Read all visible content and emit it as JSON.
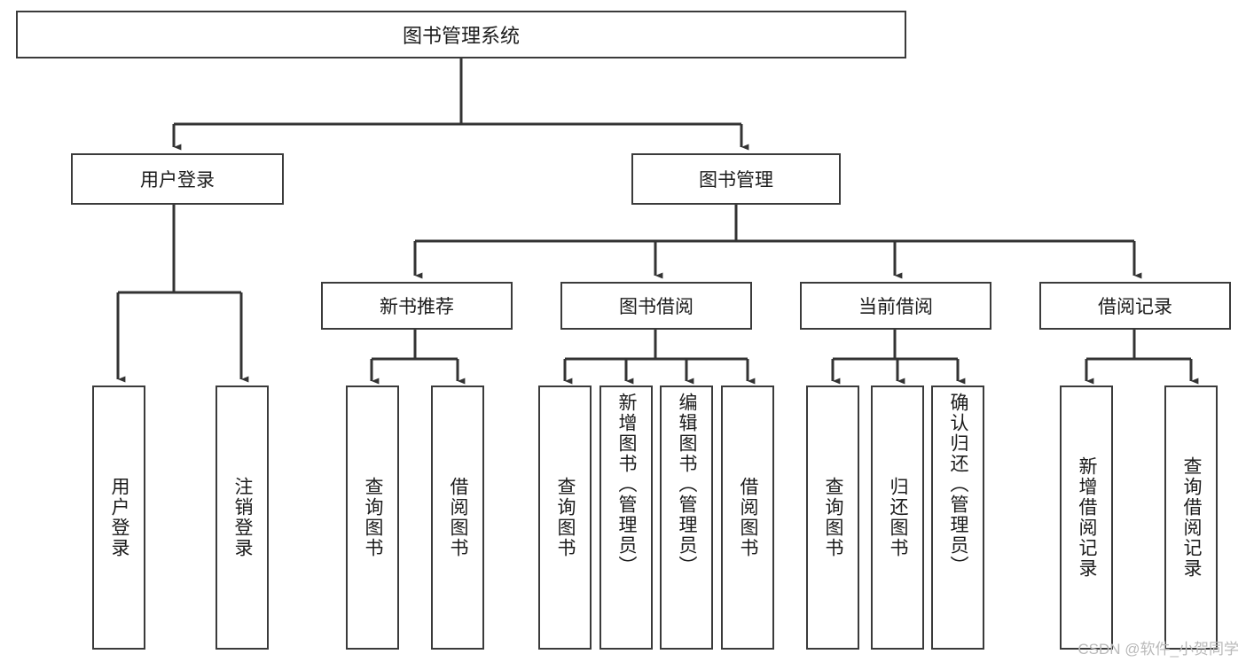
{
  "diagram": {
    "title": "图书管理系统",
    "type": "tree-hierarchy-chart",
    "orientation": "top-down",
    "colors": {
      "box_border": "#3b3b3b",
      "box_fill": "#ffffff",
      "connector": "#333333",
      "text": "#1b1b1b",
      "watermark": "#b9b9b9",
      "background": "#ffffff"
    },
    "watermark": "CSDN @软件_小贺同学",
    "nodes": {
      "root": {
        "label": "图书管理系统"
      },
      "level2": [
        {
          "id": "user-login",
          "label": "用户登录"
        },
        {
          "id": "book-manage",
          "label": "图书管理"
        }
      ],
      "level3": [
        {
          "id": "new-book-recommend",
          "label": "新书推荐"
        },
        {
          "id": "book-borrow",
          "label": "图书借阅"
        },
        {
          "id": "current-borrow",
          "label": "当前借阅"
        },
        {
          "id": "borrow-record",
          "label": "借阅记录"
        }
      ],
      "leaves": {
        "user_login": [
          {
            "id": "leaf-user-login",
            "label": "用户登录"
          },
          {
            "id": "leaf-logout-login",
            "label": "注销登录"
          }
        ],
        "new_book_recommend": [
          {
            "id": "leaf-query-book-1",
            "label": "查询图书"
          },
          {
            "id": "leaf-borrow-book-1",
            "label": "借阅图书"
          }
        ],
        "book_borrow": [
          {
            "id": "leaf-query-book-2",
            "label": "查询图书"
          },
          {
            "id": "leaf-add-book-admin",
            "label": "新增图书（管理员）"
          },
          {
            "id": "leaf-edit-book-admin",
            "label": "编辑图书（管理员）"
          },
          {
            "id": "leaf-borrow-book-2",
            "label": "借阅图书"
          }
        ],
        "current_borrow": [
          {
            "id": "leaf-query-book-3",
            "label": "查询图书"
          },
          {
            "id": "leaf-return-book",
            "label": "归还图书"
          },
          {
            "id": "leaf-confirm-return-admin",
            "label": "确认归还（管理员）"
          }
        ],
        "borrow_record": [
          {
            "id": "leaf-add-borrow-record",
            "label": "新增借阅记录"
          },
          {
            "id": "leaf-query-borrow-record",
            "label": "查询借阅记录"
          }
        ]
      }
    }
  }
}
